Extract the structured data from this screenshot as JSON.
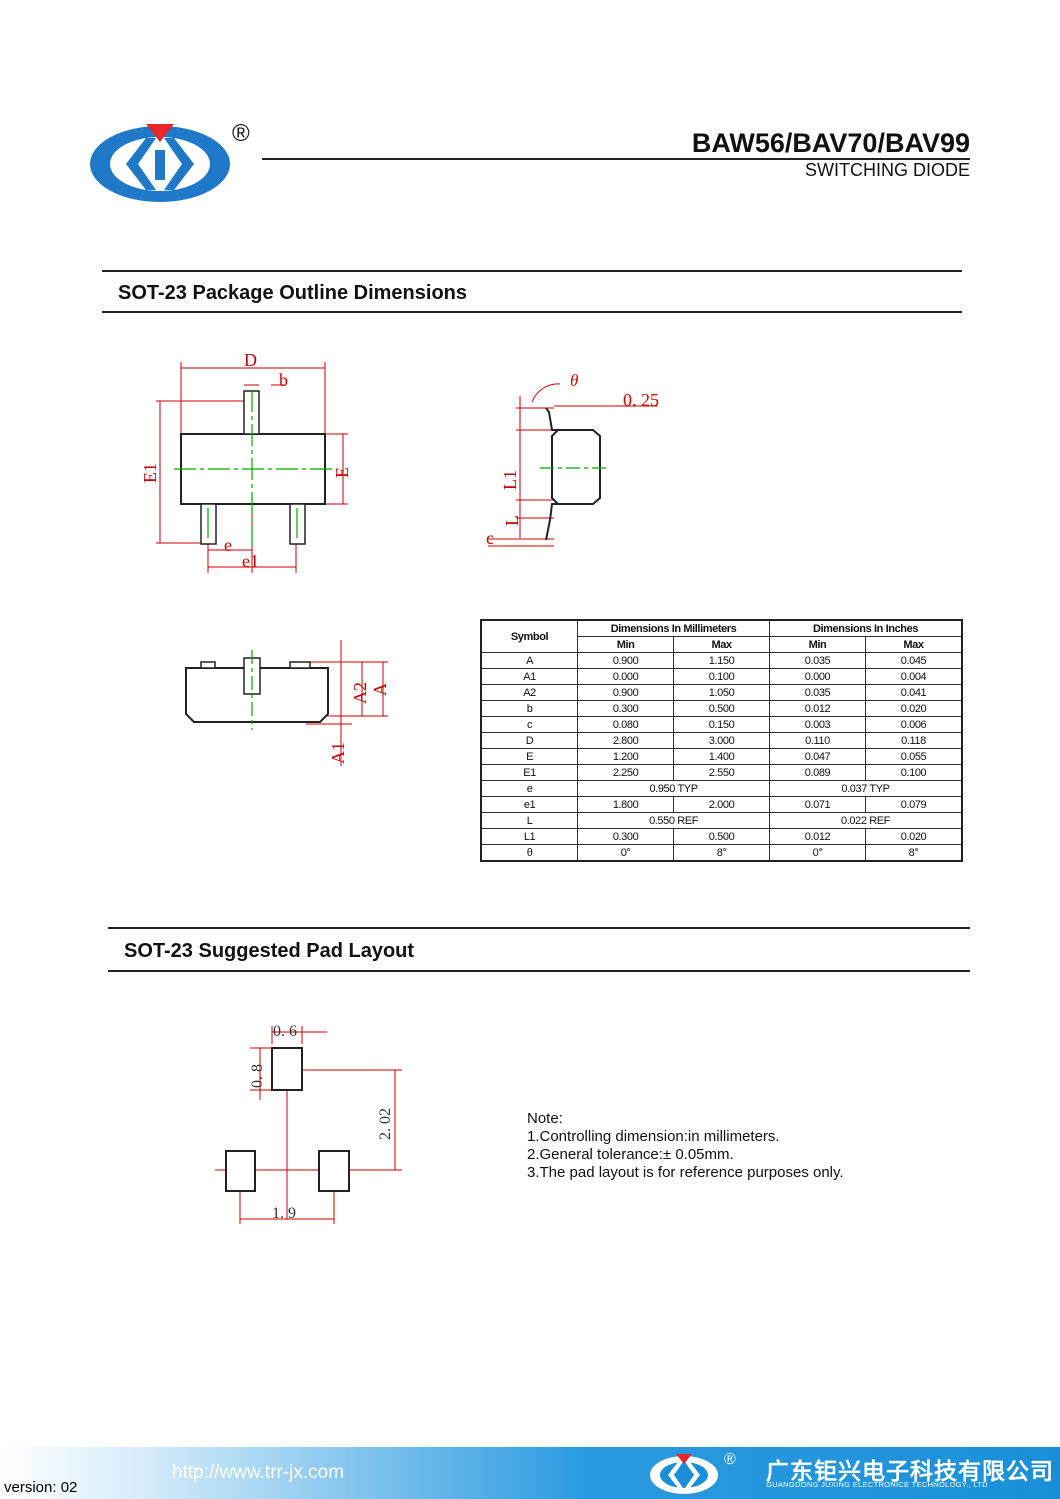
{
  "header": {
    "part_number": "BAW56/BAV70/BAV99",
    "subtitle": "SWITCHING DIODE",
    "logo_mark": "®",
    "colors": {
      "logo_blue": "#1f78c8",
      "logo_red": "#e8262b"
    }
  },
  "section1": {
    "title": "SOT-23 Package Outline Dimensions"
  },
  "section2": {
    "title": "SOT-23 Suggested Pad Layout"
  },
  "drawing_labels": {
    "top_view": {
      "D": "D",
      "b": "b",
      "E1": "E1",
      "E": "E",
      "e": "e",
      "e1": "e1"
    },
    "side_view": {
      "theta": "θ",
      "gauge": "0. 25",
      "L1": "L1",
      "L": "L",
      "c": "c"
    },
    "front_view": {
      "A1": "A1",
      "A2": "A2",
      "A": "A"
    },
    "pad": {
      "w": "0. 6",
      "h": "0. 8",
      "pitch_y": "2. 02",
      "pitch_x": "1. 9"
    }
  },
  "dimensions_table": {
    "symbol_header": "Symbol",
    "mm_header": "Dimensions In Millimeters",
    "in_header": "Dimensions In Inches",
    "min_label": "Min",
    "max_label": "Max",
    "rows": [
      {
        "symbol": "A",
        "mm_min": "0.900",
        "mm_max": "1.150",
        "in_min": "0.035",
        "in_max": "0.045"
      },
      {
        "symbol": "A1",
        "mm_min": "0.000",
        "mm_max": "0.100",
        "in_min": "0.000",
        "in_max": "0.004"
      },
      {
        "symbol": "A2",
        "mm_min": "0.900",
        "mm_max": "1.050",
        "in_min": "0.035",
        "in_max": "0.041"
      },
      {
        "symbol": "b",
        "mm_min": "0.300",
        "mm_max": "0.500",
        "in_min": "0.012",
        "in_max": "0.020"
      },
      {
        "symbol": "c",
        "mm_min": "0.080",
        "mm_max": "0.150",
        "in_min": "0.003",
        "in_max": "0.006"
      },
      {
        "symbol": "D",
        "mm_min": "2.800",
        "mm_max": "3.000",
        "in_min": "0.110",
        "in_max": "0.118"
      },
      {
        "symbol": "E",
        "mm_min": "1.200",
        "mm_max": "1.400",
        "in_min": "0.047",
        "in_max": "0.055"
      },
      {
        "symbol": "E1",
        "mm_min": "2.250",
        "mm_max": "2.550",
        "in_min": "0.089",
        "in_max": "0.100"
      },
      {
        "symbol": "e",
        "mm_span": "0.950 TYP",
        "in_span": "0.037 TYP"
      },
      {
        "symbol": "e1",
        "mm_min": "1.800",
        "mm_max": "2.000",
        "in_min": "0.071",
        "in_max": "0.079"
      },
      {
        "symbol": "L",
        "mm_span": "0.550 REF",
        "in_span": "0.022 REF"
      },
      {
        "symbol": "L1",
        "mm_min": "0.300",
        "mm_max": "0.500",
        "in_min": "0.012",
        "in_max": "0.020"
      },
      {
        "symbol": "θ",
        "mm_min": "0°",
        "mm_max": "8°",
        "in_min": "0°",
        "in_max": "8°"
      }
    ]
  },
  "note": {
    "title": "Note:",
    "lines": [
      "1.Controlling dimension:in  millimeters.",
      "2.General tolerance:± 0.05mm.",
      "3.The pad layout is for reference purposes only."
    ]
  },
  "footer": {
    "version": "version: 02",
    "url": "http://www.trr-jx.com",
    "company_cn": "广东钜兴电子科技有限公司",
    "company_en": "GUANGDONG JUXING ELECTRONICE TECHNOLOGY., LTD"
  }
}
